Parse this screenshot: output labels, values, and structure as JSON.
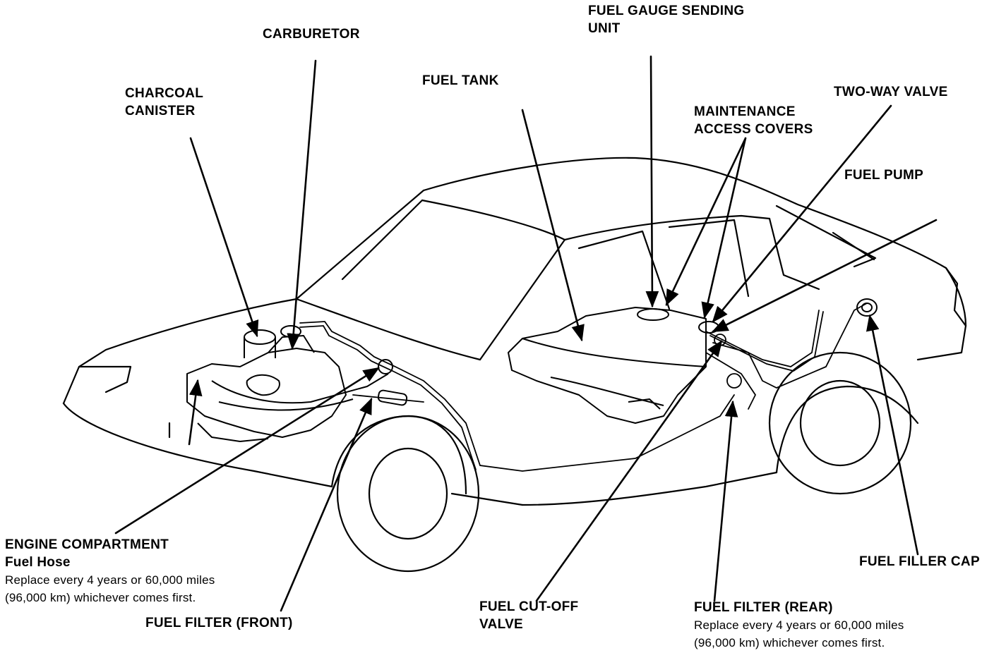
{
  "labels": {
    "carburetor": "CARBURETOR",
    "charcoal_canister": [
      "CHARCOAL",
      "CANISTER"
    ],
    "fuel_tank": "FUEL TANK",
    "fuel_gauge_sending_unit": [
      "FUEL GAUGE SENDING",
      "UNIT"
    ],
    "maintenance_access_covers": [
      "MAINTENANCE",
      "ACCESS COVERS"
    ],
    "two_way_valve": "TWO-WAY VALVE",
    "fuel_pump": "FUEL PUMP",
    "fuel_filler_cap": "FUEL FILLER CAP",
    "fuel_cut_off_valve": [
      "FUEL CUT-OFF",
      "VALVE"
    ],
    "fuel_filter_front": "FUEL FILTER (FRONT)",
    "engine_compartment": {
      "title": "ENGINE COMPARTMENT",
      "subtitle": "Fuel Hose",
      "note": [
        "Replace every 4 years or 60,000 miles",
        "(96,000 km) whichever comes first."
      ]
    },
    "fuel_filter_rear": {
      "title": "FUEL FILTER (REAR)",
      "note": [
        "Replace every 4 years or 60,000 miles",
        "(96,000 km) whichever comes first."
      ]
    }
  },
  "colors": {
    "ink": "#000000",
    "paper": "#ffffff"
  }
}
